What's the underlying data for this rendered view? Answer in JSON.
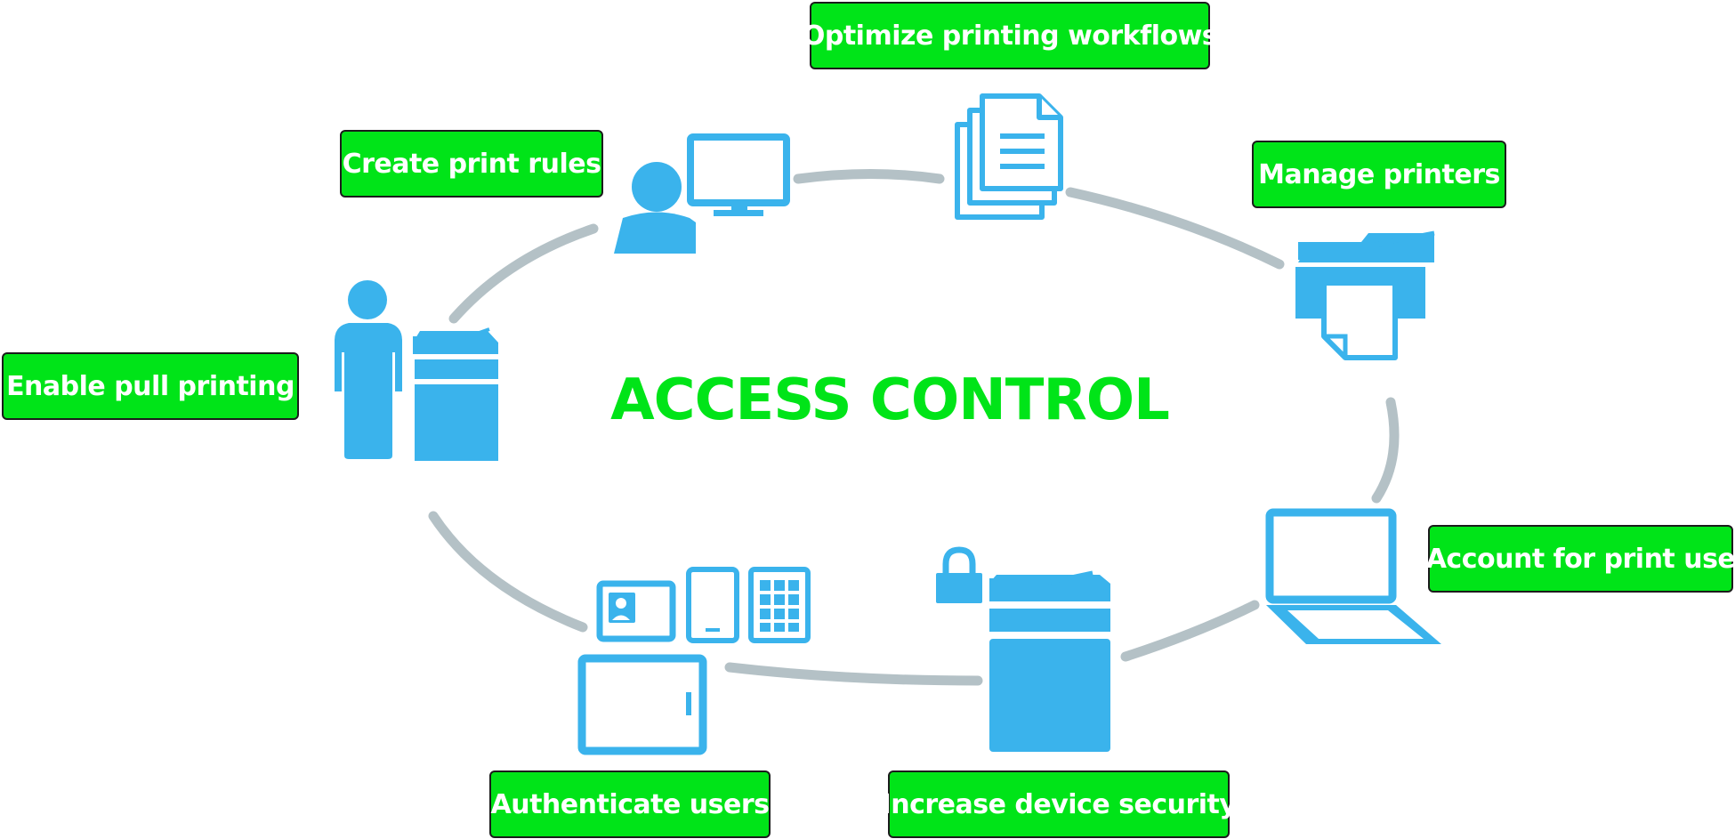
{
  "title": "ACCESS CONTROL",
  "colors": {
    "icon_blue": "#3ab3ec",
    "ring_gray": "#b4c1c6",
    "label_green": "#00e418",
    "label_border": "#1b1b1b",
    "label_text": "#ffffff"
  },
  "steps": [
    {
      "id": "optimize",
      "label": "Optimize printing workflows",
      "icon": "documents-icon"
    },
    {
      "id": "manage",
      "label": "Manage printers",
      "icon": "printer-icon"
    },
    {
      "id": "account",
      "label": "Account for print use",
      "icon": "laptop-icon"
    },
    {
      "id": "security",
      "label": "Increase device security",
      "icon": "locked-printer-icon"
    },
    {
      "id": "auth",
      "label": "Authenticate users",
      "icon": "id-card-reader-icon"
    },
    {
      "id": "pull",
      "label": "Enable pull printing",
      "icon": "user-at-printer-icon"
    },
    {
      "id": "rules",
      "label": "Create print rules",
      "icon": "user-at-computer-icon"
    }
  ]
}
